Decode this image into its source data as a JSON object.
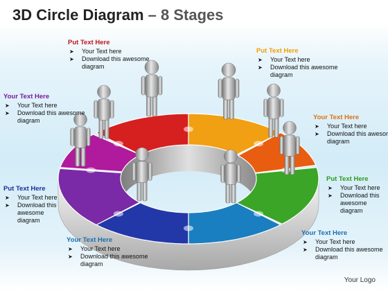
{
  "title": {
    "main": "3D Circle Diagram",
    "sub": "– 8 Stages"
  },
  "colors": {
    "red": "#d61f1f",
    "orange": "#f0a012",
    "dark_orange": "#e85d10",
    "green": "#3aa526",
    "blue_light": "#1a7fc0",
    "blue_dark": "#2338a8",
    "purple": "#7a2aa6",
    "magenta": "#b01a9c",
    "red_text": "#c0141c",
    "orange_text": "#f0a000",
    "dark_orange_text": "#e07010",
    "green_text": "#2e9a1e",
    "blue_text": "#1a6fb0",
    "purple_text": "#7a1a9a",
    "dark_blue_text": "#1a2f9a"
  },
  "callouts": [
    {
      "title": "Put Text Here",
      "color": "#c0141c",
      "bullets": [
        "Your Text here",
        "Download this awesome diagram"
      ]
    },
    {
      "title": "Put Text Here",
      "color": "#f0a000",
      "bullets": [
        "Your Text here",
        "Download this awesome diagram"
      ]
    },
    {
      "title": "Your Text Here",
      "color": "#7a1a9a",
      "bullets": [
        "Your Text here",
        "Download this awesome diagram"
      ]
    },
    {
      "title": "Your Text Here",
      "color": "#e07010",
      "bullets": [
        "Your Text here",
        "Download this awesome diagram"
      ]
    },
    {
      "title": "Put Text Here",
      "color": "#1a2f9a",
      "bullets": [
        "Your Text here",
        "Download this awesome diagram"
      ]
    },
    {
      "title": "Put Text Here",
      "color": "#2e9a1e",
      "bullets": [
        "Your Text here",
        "Download this awesome diagram"
      ]
    },
    {
      "title": "Your Text Here",
      "color": "#1a6fb0",
      "bullets": [
        "Your Text here",
        "Download this awesome diagram"
      ]
    },
    {
      "title": "Your Text Here",
      "color": "#1a6fb0",
      "bullets": [
        "Your Text here",
        "Download this awesome diagram"
      ]
    }
  ],
  "bullet_icon": "arrow-bullet-icon",
  "logo": "Your Logo"
}
